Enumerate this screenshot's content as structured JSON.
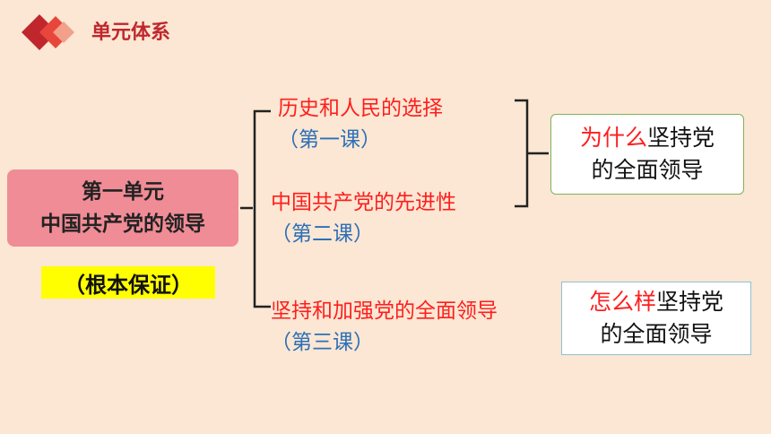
{
  "header": {
    "title": "单元体系",
    "logo_icon": "red-diamond-logo-icon"
  },
  "unit": {
    "line1": "第一单元",
    "line2": "中国共产党的领导"
  },
  "basis": "（根本保证）",
  "lessons": [
    {
      "title": "历史和人民的选择",
      "number": "（第一课）"
    },
    {
      "title": "中国共产党的先进性",
      "number": "（第二课）"
    },
    {
      "title": "坚持和加强党的全面领导",
      "number": "（第三课）"
    }
  ],
  "questions": [
    {
      "highlight": "为什么",
      "rest": "坚持党",
      "line2": "的全面领导"
    },
    {
      "highlight": "怎么样",
      "rest": "坚持党",
      "line2": "的全面领导"
    }
  ],
  "colors": {
    "background": "#fbe7d3",
    "title_red": "#c0272d",
    "unit_box": "#f08c96",
    "basis_highlight": "#ffff00",
    "lesson_title": "#ff1e1e",
    "lesson_number": "#2e6fb8"
  }
}
